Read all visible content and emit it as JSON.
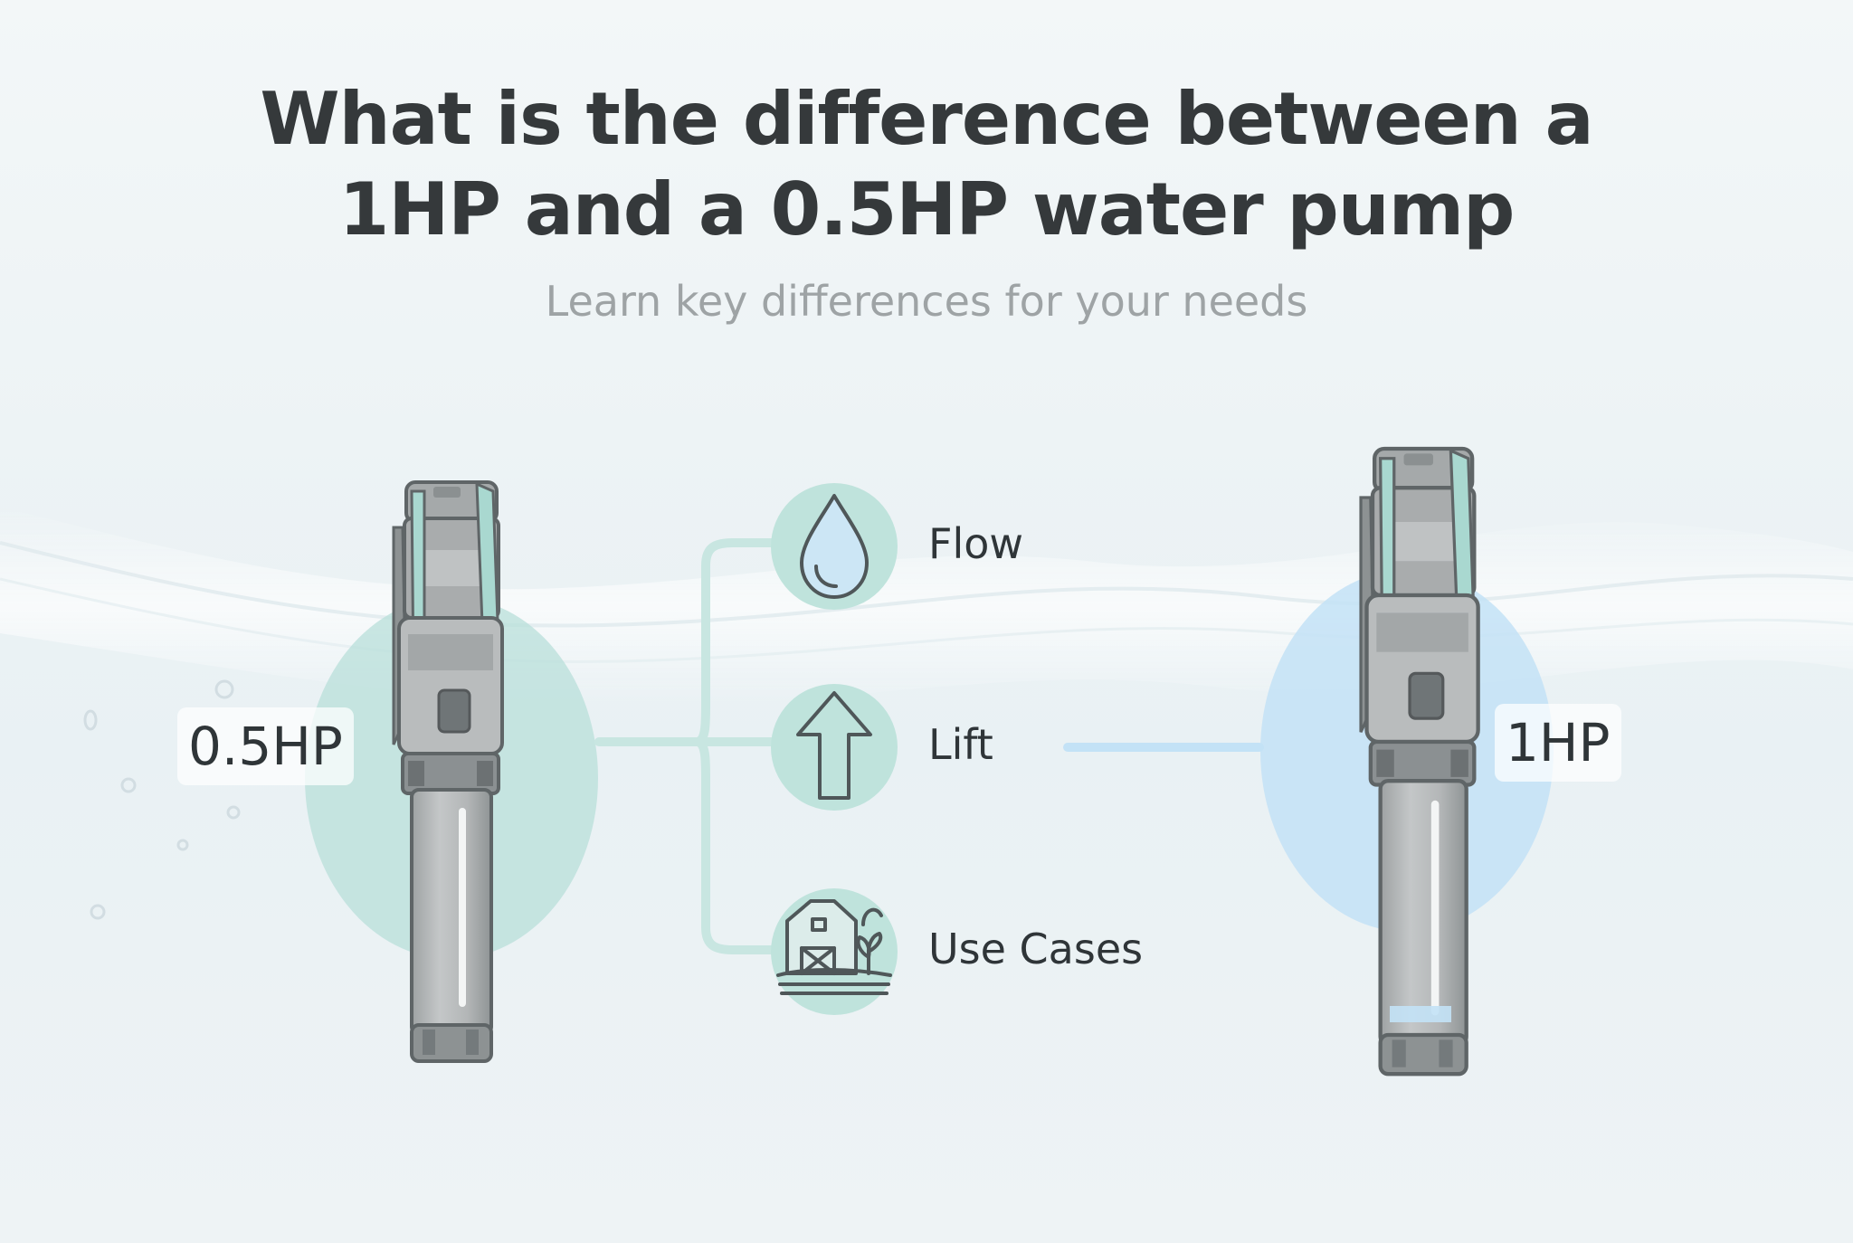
{
  "header": {
    "title_line1": "What is the difference between a",
    "title_line2": "1HP and a 0.5HP water pump",
    "subtitle": "Learn key differences for your needs"
  },
  "pumps": {
    "left_label": "0.5HP",
    "right_label": "1HP"
  },
  "features": [
    {
      "label": "Flow",
      "icon": "water-drop-icon"
    },
    {
      "label": "Lift",
      "icon": "up-arrow-icon"
    },
    {
      "label": "Use Cases",
      "icon": "farm-barn-icon"
    }
  ],
  "colors": {
    "teal_accent": "#a9d8d0",
    "blue_accent": "#b9dcf2",
    "pump_gray": "#b0b3b4",
    "pump_dark": "#7d8385",
    "title": "#35393b",
    "subtitle": "#9ea3a5"
  }
}
